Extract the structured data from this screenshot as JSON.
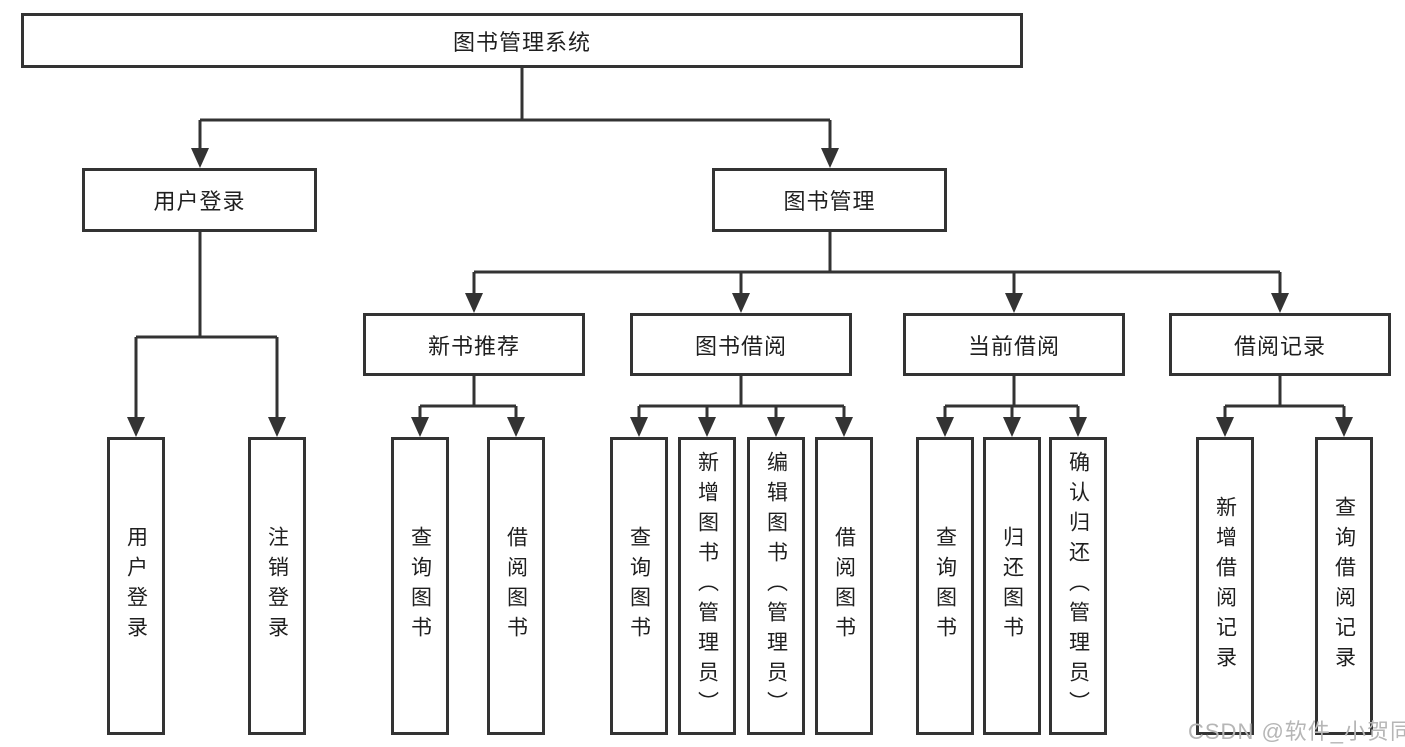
{
  "diagram": {
    "root": {
      "label": "图书管理系统"
    },
    "level2": [
      {
        "label": "用户登录"
      },
      {
        "label": "图书管理"
      }
    ],
    "level3": [
      {
        "label": "新书推荐"
      },
      {
        "label": "图书借阅"
      },
      {
        "label": "当前借阅"
      },
      {
        "label": "借阅记录"
      }
    ],
    "leaves": {
      "user_login": [
        {
          "label": "用户登录"
        },
        {
          "label": "注销登录"
        }
      ],
      "new_book": [
        {
          "label": "查询图书"
        },
        {
          "label": "借阅图书"
        }
      ],
      "book_borrow": [
        {
          "label": "查询图书"
        },
        {
          "label": "新增图书（管理员）"
        },
        {
          "label": "编辑图书（管理员）"
        },
        {
          "label": "借阅图书"
        }
      ],
      "current_borrow": [
        {
          "label": "查询图书"
        },
        {
          "label": "归还图书"
        },
        {
          "label": "确认归还（管理员）"
        }
      ],
      "borrow_record": [
        {
          "label": "新增借阅记录"
        },
        {
          "label": "查询借阅记录"
        }
      ]
    }
  },
  "watermark": {
    "text": "CSDN @软件_小贺同学",
    "color": "#b6b6b6"
  },
  "colors": {
    "line": "#333333",
    "box_border": "#333333",
    "text": "#1f1f1f",
    "background": "#ffffff"
  }
}
